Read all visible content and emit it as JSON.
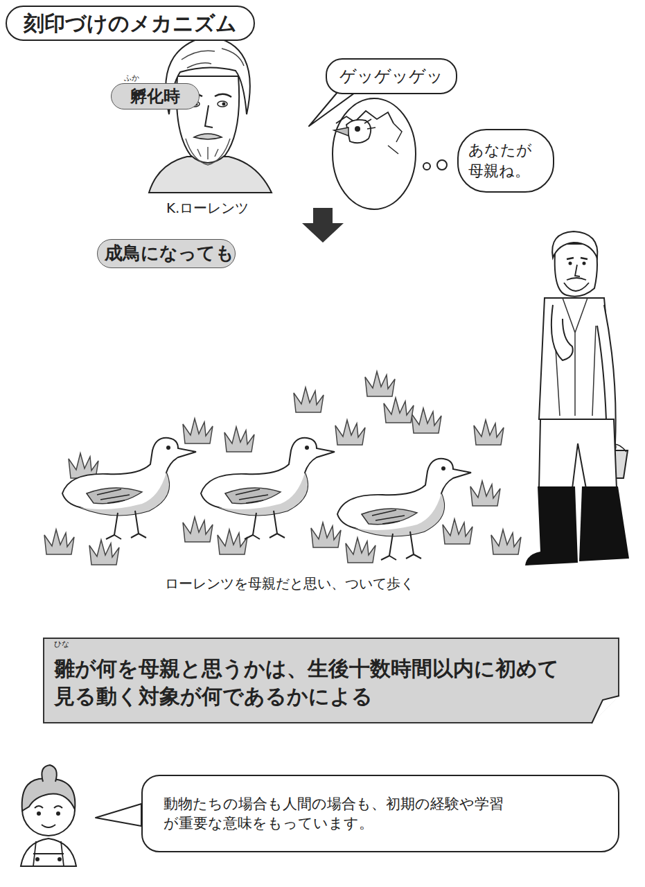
{
  "diagram": {
    "title": "刻印づけのメカニズム",
    "nodes": [
      {
        "text": [
          "孵化時"
        ]
      },
      {
        "text": [
          "ゲッゲッゲッ"
        ]
      },
      {
        "text": [
          "あなたが 母親ね。"
        ]
      },
      {
        "text": [
          "成鳥になっても"
        ]
      },
      {
        "text": [
          "雛が何を母親と思うかは、生後十数時間以内に初めて 見る動く対象が何であるかによる"
        ]
      },
      {
        "text": [
          "動物たちの場合も人間の場合も、初期の経験や学習 が重要な意味をもっています。"
        ]
      }
    ],
    "labels": [
      "ふか",
      "K.ローレンツ",
      "ローレンツを母親だと思い、ついて歩く",
      "ひな"
    ]
  }
}
